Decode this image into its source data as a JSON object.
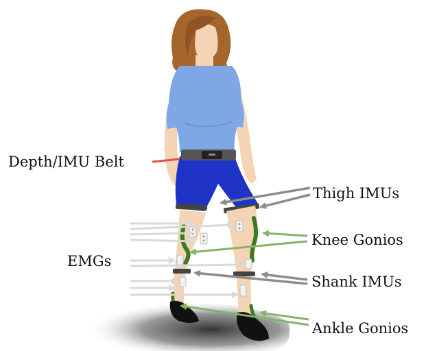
{
  "labels": {
    "depth_imu_belt": "Depth/IMU Belt",
    "emgs": "EMGs",
    "thigh_imus": "Thigh IMUs",
    "knee_gonios": "Knee Gonios",
    "shank_imus": "Shank IMUs",
    "ankle_gonios": "Ankle Gonios"
  },
  "colors": {
    "belt_arrow": "#e24b4b",
    "imu_arrow": "#8c8c8c",
    "gonio_arrow": "#86b36b",
    "emg_arrow": "#d9d9d9",
    "shirt": "#7fa7e6",
    "shorts": "#1f34c7",
    "skin": "#f4d4b4",
    "hair": "#a5662e",
    "shoes": "#111111",
    "gonio_sensor": "#3d7a1d"
  }
}
